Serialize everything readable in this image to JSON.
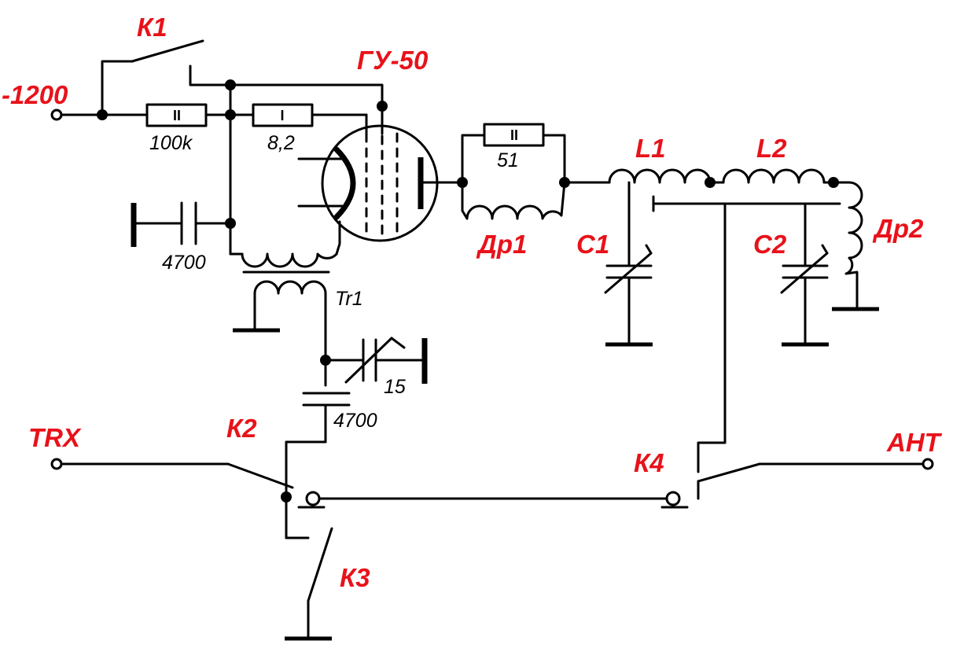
{
  "labels": {
    "k1": "К1",
    "k2": "К2",
    "k3": "К3",
    "k4": "К4",
    "supply": "-1200",
    "tube": "ГУ-50",
    "trx": "TRX",
    "ant": "АНТ",
    "l1": "L1",
    "l2": "L2",
    "c1": "С1",
    "c2": "С2",
    "choke1": "Др1",
    "choke2": "Др2"
  },
  "values": {
    "r_100k": "100k",
    "r_8_2": "8,2",
    "r_51": "51",
    "c_4700_top": "4700",
    "c_4700_bottom": "4700",
    "c_15": "15",
    "tr1": "Tr1"
  },
  "power_marks": {
    "r_100k": "II",
    "r_8_2": "I",
    "r_51": "II"
  },
  "colors": {
    "label_red": "#e8121a",
    "wire": "#000000",
    "background": "#ffffff"
  }
}
